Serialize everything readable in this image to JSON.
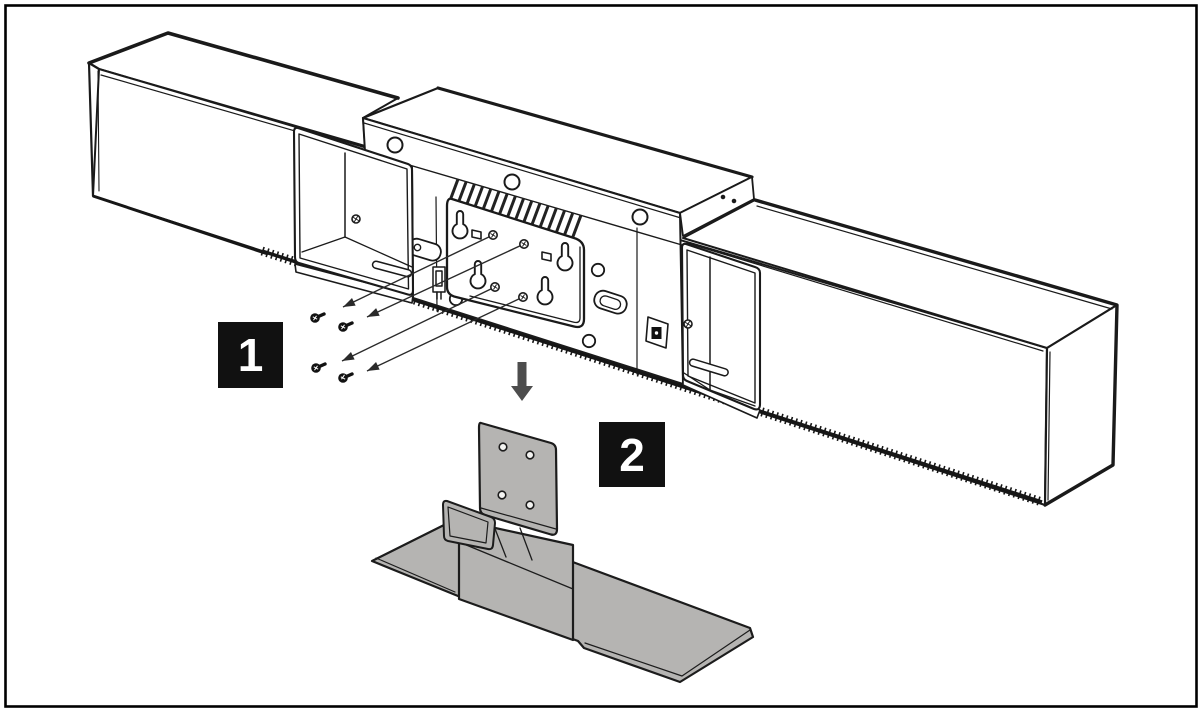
{
  "diagram": {
    "background": "#ffffff",
    "frame": {
      "color": "#000000"
    },
    "line_color": "#1a1a1a",
    "badges": [
      {
        "id": "step-1",
        "label": "1"
      },
      {
        "id": "step-2",
        "label": "2"
      }
    ],
    "badge_style": {
      "background": "#111111",
      "text_color": "#ffffff"
    },
    "down_arrow": {
      "color": "#4d4d4d"
    },
    "stand": {
      "fill": "#b5b4b2",
      "outline": "#1c1c1c"
    },
    "screw_count": 4,
    "keyhole_count": 4,
    "parts": [
      "soundbar-rear-view",
      "wall-mount-plate",
      "keyhole-slot",
      "mounting-screw",
      "vent-grille",
      "cable-pocket",
      "desk-stand"
    ]
  }
}
